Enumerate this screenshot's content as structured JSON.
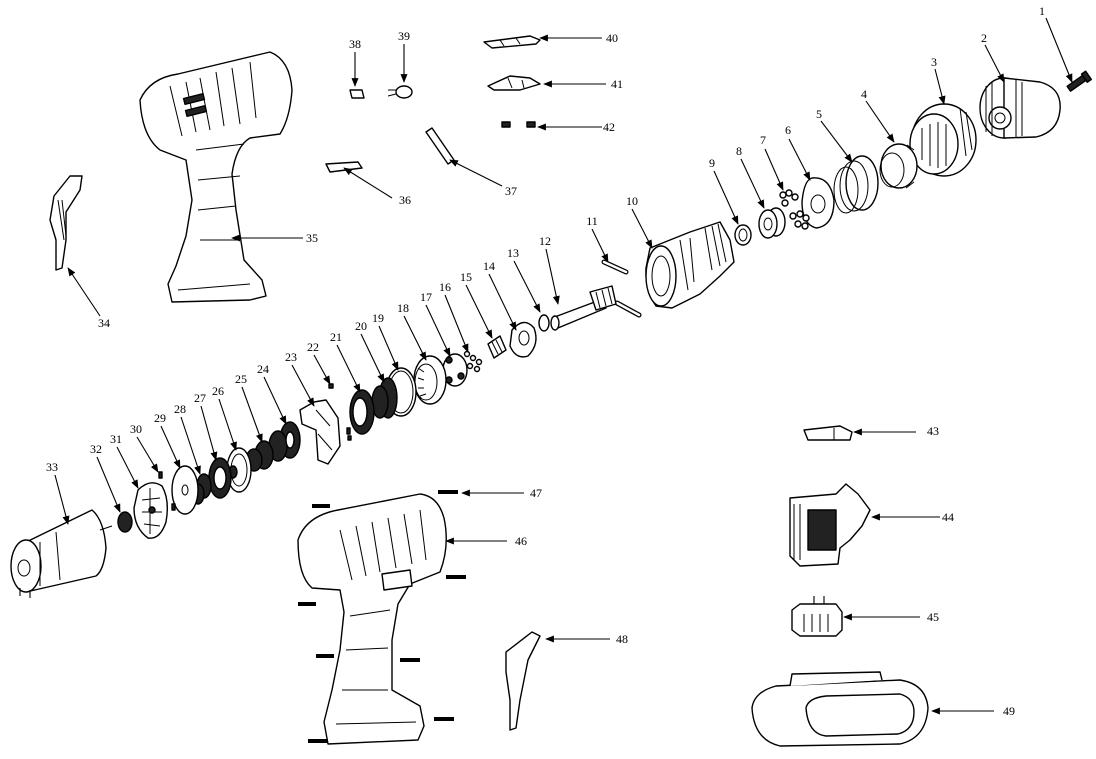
{
  "parts": [
    {
      "id": "part-1",
      "label": "1"
    },
    {
      "id": "part-2",
      "label": "2"
    },
    {
      "id": "part-3",
      "label": "3"
    },
    {
      "id": "part-4",
      "label": "4"
    },
    {
      "id": "part-5",
      "label": "5"
    },
    {
      "id": "part-6",
      "label": "6"
    },
    {
      "id": "part-7",
      "label": "7"
    },
    {
      "id": "part-8",
      "label": "8"
    },
    {
      "id": "part-9",
      "label": "9"
    },
    {
      "id": "part-10",
      "label": "10"
    },
    {
      "id": "part-11",
      "label": "11"
    },
    {
      "id": "part-12",
      "label": "12"
    },
    {
      "id": "part-13",
      "label": "13"
    },
    {
      "id": "part-14",
      "label": "14"
    },
    {
      "id": "part-15",
      "label": "15"
    },
    {
      "id": "part-16",
      "label": "16"
    },
    {
      "id": "part-17",
      "label": "17"
    },
    {
      "id": "part-18",
      "label": "18"
    },
    {
      "id": "part-19",
      "label": "19"
    },
    {
      "id": "part-20",
      "label": "20"
    },
    {
      "id": "part-21",
      "label": "21"
    },
    {
      "id": "part-22",
      "label": "22"
    },
    {
      "id": "part-23",
      "label": "23"
    },
    {
      "id": "part-24",
      "label": "24"
    },
    {
      "id": "part-25",
      "label": "25"
    },
    {
      "id": "part-26",
      "label": "26"
    },
    {
      "id": "part-27",
      "label": "27"
    },
    {
      "id": "part-28",
      "label": "28"
    },
    {
      "id": "part-29",
      "label": "29"
    },
    {
      "id": "part-30",
      "label": "30"
    },
    {
      "id": "part-31",
      "label": "31"
    },
    {
      "id": "part-32",
      "label": "32"
    },
    {
      "id": "part-33",
      "label": "33"
    },
    {
      "id": "part-34",
      "label": "34"
    },
    {
      "id": "part-35",
      "label": "35"
    },
    {
      "id": "part-36",
      "label": "36"
    },
    {
      "id": "part-37",
      "label": "37"
    },
    {
      "id": "part-38",
      "label": "38"
    },
    {
      "id": "part-39",
      "label": "39"
    },
    {
      "id": "part-40",
      "label": "40"
    },
    {
      "id": "part-41",
      "label": "41"
    },
    {
      "id": "part-42",
      "label": "42"
    },
    {
      "id": "part-43",
      "label": "43"
    },
    {
      "id": "part-44",
      "label": "44"
    },
    {
      "id": "part-45",
      "label": "45"
    },
    {
      "id": "part-46",
      "label": "46"
    },
    {
      "id": "part-47",
      "label": "47"
    },
    {
      "id": "part-48",
      "label": "48"
    },
    {
      "id": "part-49",
      "label": "49"
    }
  ]
}
